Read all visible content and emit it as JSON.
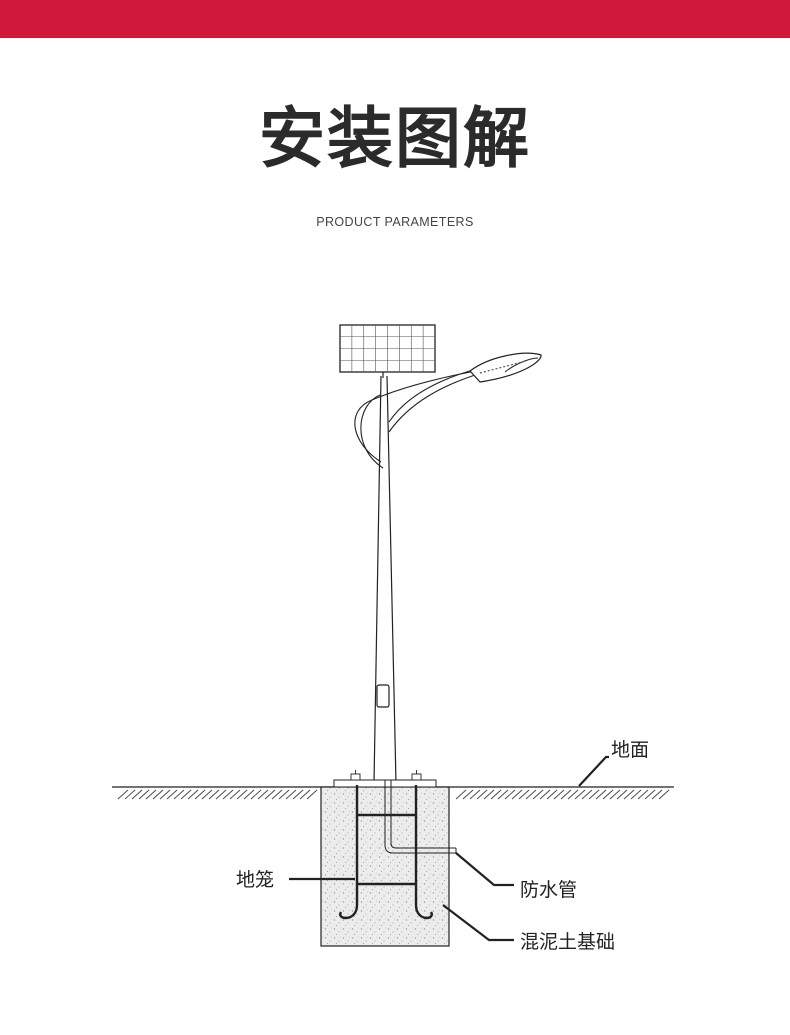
{
  "header": {
    "title": "安装图解",
    "subtitle": "PRODUCT PARAMETERS"
  },
  "colors": {
    "accent": "#d0193a",
    "line": "#222222",
    "concrete": "#e8e8e8"
  },
  "labels": {
    "ground": "地面",
    "cage": "地笼",
    "conduit": "防水管",
    "foundation": "混泥土基础"
  }
}
